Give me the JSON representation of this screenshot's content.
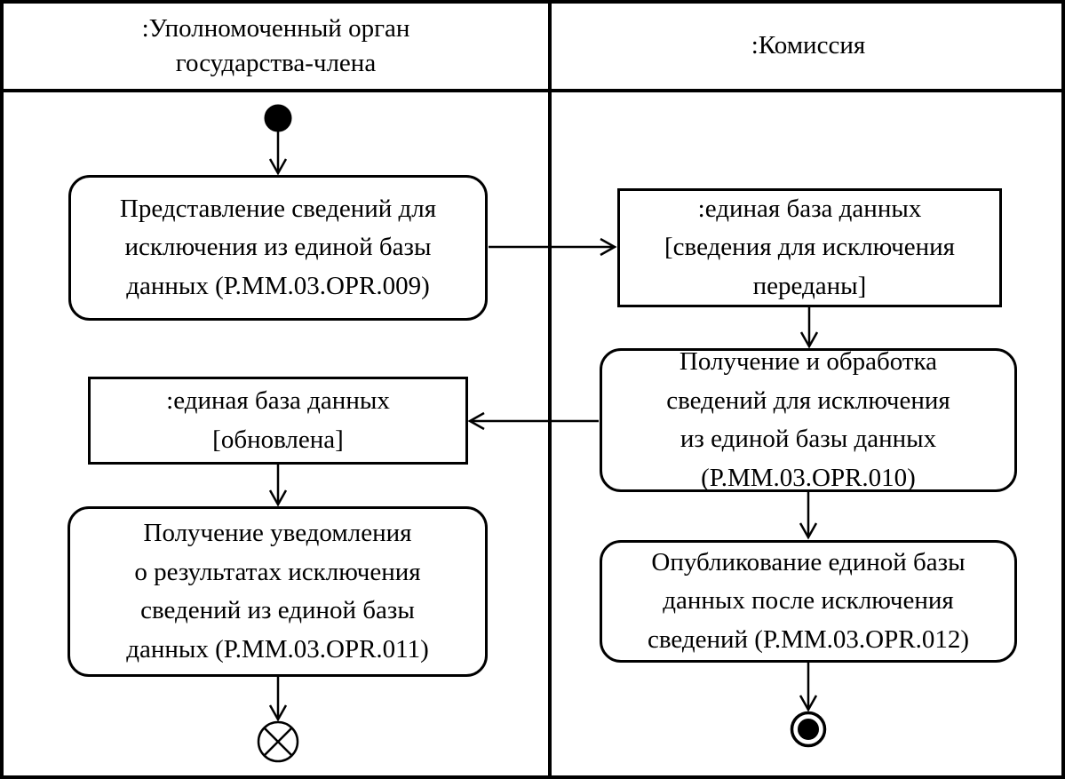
{
  "lanes": {
    "left": {
      "header": ":Уполномоченный орган\nгосударства-члена"
    },
    "right": {
      "header": ":Комиссия"
    }
  },
  "activities": {
    "submit_info": "Представление сведений для\nисключения из единой базы\nданных (P.MM.03.OPR.009)",
    "db_transferred": ":единая база данных\n[сведения для исключения\nпереданы]",
    "receive_process": "Получение и обработка\nсведений для исключения\nиз единой базы данных\n(P.MM.03.OPR.010)",
    "db_updated": ":единая база данных\n[обновлена]",
    "receive_notification": "Получение уведомления\nо результатах исключения\nсведений из единой базы\nданных (P.MM.03.OPR.011)",
    "publish_db": "Опубликование единой базы\nданных после исключения\nсведений (P.MM.03.OPR.012)"
  },
  "nodes": {
    "initial": "initial-node",
    "flow_final": "flow-final-node",
    "activity_final": "activity-final-node"
  },
  "colors": {
    "ink": "#000000",
    "background": "#ffffff"
  }
}
